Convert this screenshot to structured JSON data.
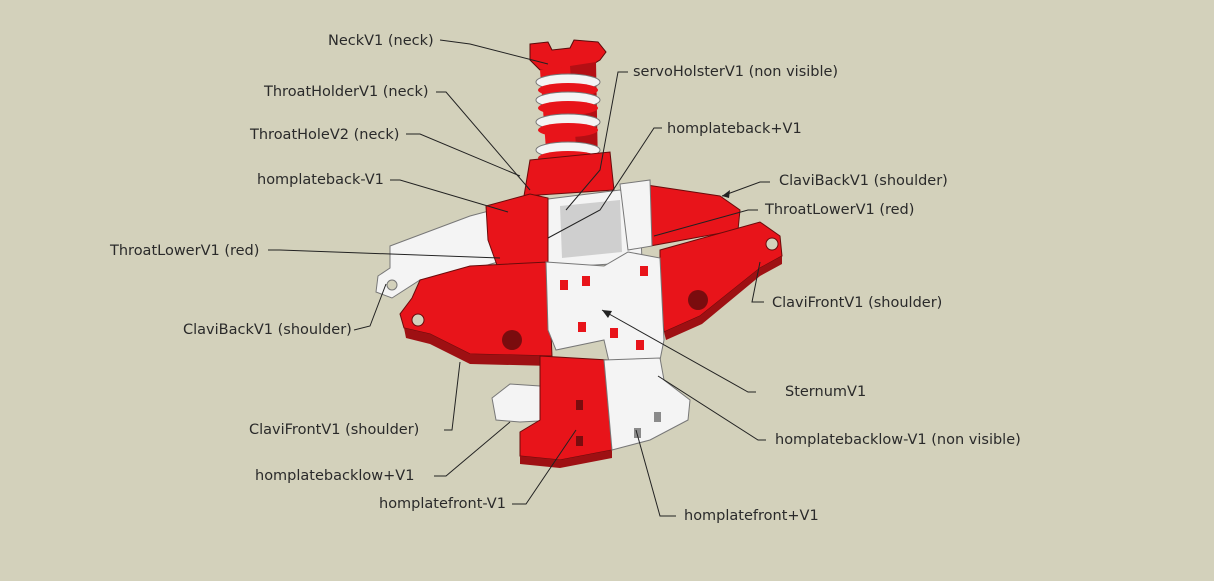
{
  "colors": {
    "background": "#d3d1bb",
    "part_red": "#e8141a",
    "part_red_dark": "#9e1013",
    "part_white": "#f4f4f4",
    "part_grey": "#b9b9b9",
    "leader": "#222222"
  },
  "labels": {
    "neck": "NeckV1 (neck)",
    "servo_holster": "servoHolsterV1 (non visible)",
    "throat_holder": "ThroatHolderV1 (neck)",
    "throat_hole": "ThroatHoleV2 (neck)",
    "homplateback_plus": "homplateback+V1",
    "homplateback_minus": "homplateback-V1",
    "clavi_back_right": "ClaviBackV1 (shoulder)",
    "throat_lower_right": "ThroatLowerV1 (red)",
    "throat_lower_left": "ThroatLowerV1 (red)",
    "clavi_front_right": "ClaviFrontV1 (shoulder)",
    "clavi_back_left": "ClaviBackV1 (shoulder)",
    "sternum": "SternumV1",
    "homplatebacklow_minus": "homplatebacklow-V1 (non visible)",
    "clavi_front_left": "ClaviFrontV1 (shoulder)",
    "homplatebacklow_plus": "homplatebacklow+V1",
    "homplatefront_minus": "homplatefront-V1",
    "homplatefront_plus": "homplatefront+V1"
  }
}
